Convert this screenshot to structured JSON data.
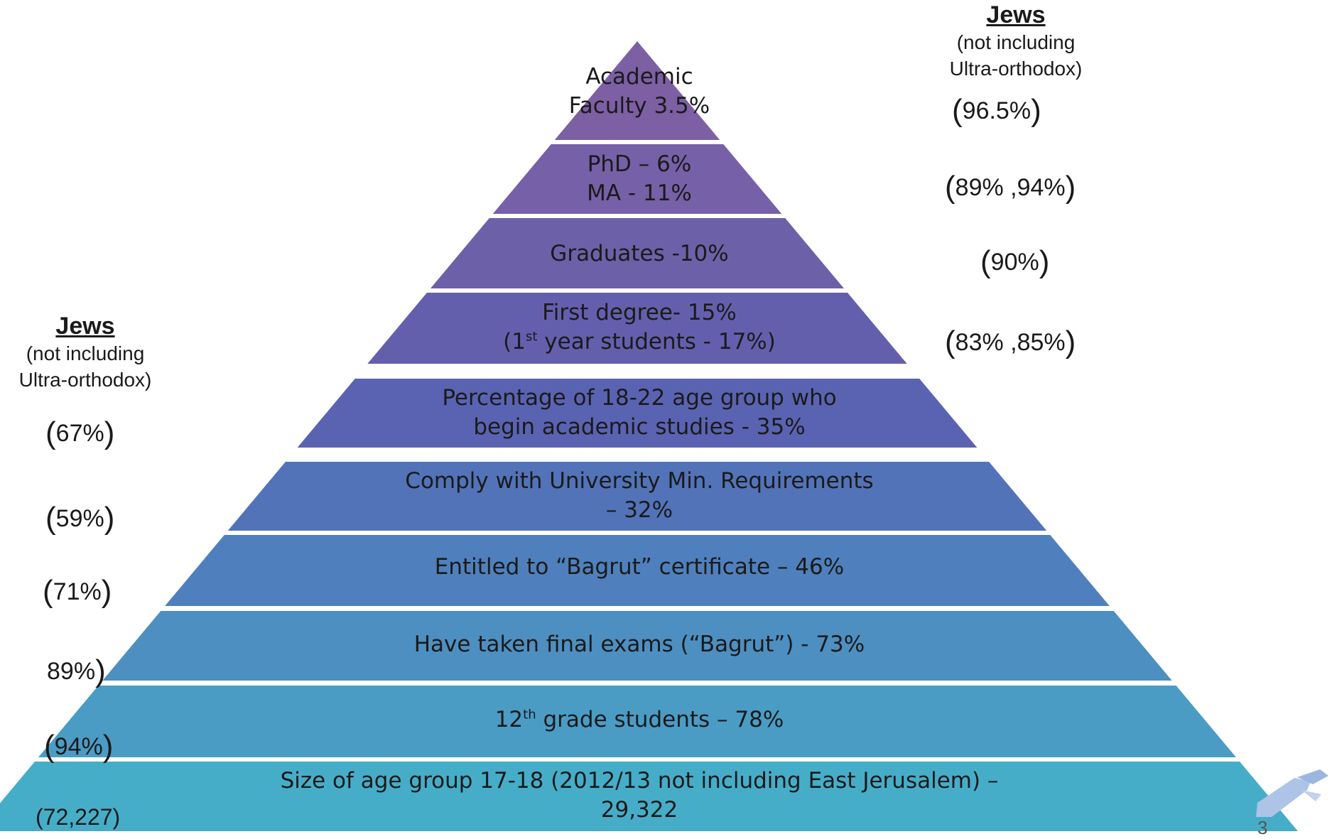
{
  "tiers": [
    {
      "line1": "Academic",
      "line2": "Faculty 3.5%",
      "color": "#7d5fa4"
    },
    {
      "line1": "PhD – 6%",
      "line2": "MA -  11%",
      "color": "#7660a8"
    },
    {
      "line1": "Graduates -10%",
      "color": "#6c61a9"
    },
    {
      "line1": "First degree-  15%",
      "line2_pre": "(1",
      "line2_sup": "st",
      "line2_post": " year students - 17%)",
      "color": "#645fad"
    },
    {
      "line1": "Percentage of 18-22 age group who",
      "line2": "begin academic studies -   35%",
      "color": "#5a63b2"
    },
    {
      "line1": "Comply with University Min. Requirements",
      "line2": "– 32%",
      "color": "#5273b8"
    },
    {
      "line1": "Entitled to “Bagrut” certificate – 46%",
      "color": "#4f80bd"
    },
    {
      "line1": "Have taken final exams (“Bagrut”)  - 73%",
      "color": "#4d8fc1"
    },
    {
      "pre": "12",
      "sup": "th",
      "post": " grade students – 78%",
      "color": "#4a9cc5"
    },
    {
      "line1": "Size of age group 17-18 (2012/13 not including East Jerusalem) –",
      "line2": "29,322",
      "color": "#46adc9"
    }
  ],
  "right_heading": {
    "title": "Jews",
    "line1": "(not including",
    "line2": "Ultra-orthodox)"
  },
  "left_heading": {
    "title": "Jews",
    "line1": "(not including",
    "line2": "Ultra-orthodox)"
  },
  "right_values": [
    "96.5%",
    "89% ,94%",
    "90%",
    "83% ,85%"
  ],
  "left_values": [
    "67%",
    "59%",
    "71%",
    "89%",
    "94%",
    "72,227"
  ],
  "slide_number": "3"
}
